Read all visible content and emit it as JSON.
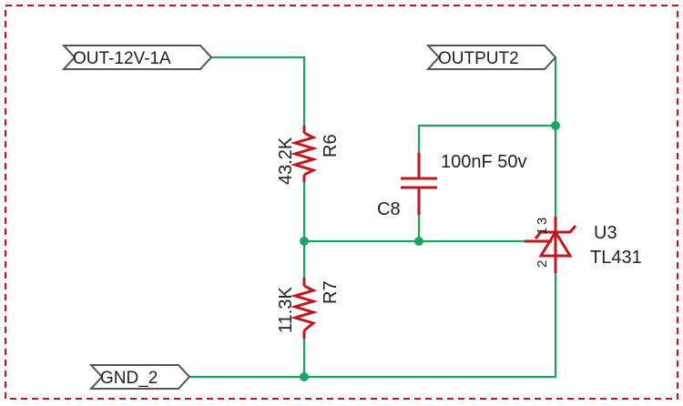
{
  "ports": {
    "out_12v": "OUT-12V-1A",
    "output2": "OUTPUT2",
    "gnd": "GND_2"
  },
  "components": {
    "r6": {
      "ref": "R6",
      "value": "43.2K"
    },
    "r7": {
      "ref": "R7",
      "value": "11.3K"
    },
    "c8": {
      "ref": "C8",
      "value": "100nF 50v"
    },
    "u3": {
      "ref": "U3",
      "part": "TL431",
      "pin1": "1",
      "pin2": "2",
      "pin3": "3"
    }
  },
  "colors": {
    "wire": "#1aa361",
    "component": "#c0161d",
    "frame": "#c0161d"
  }
}
